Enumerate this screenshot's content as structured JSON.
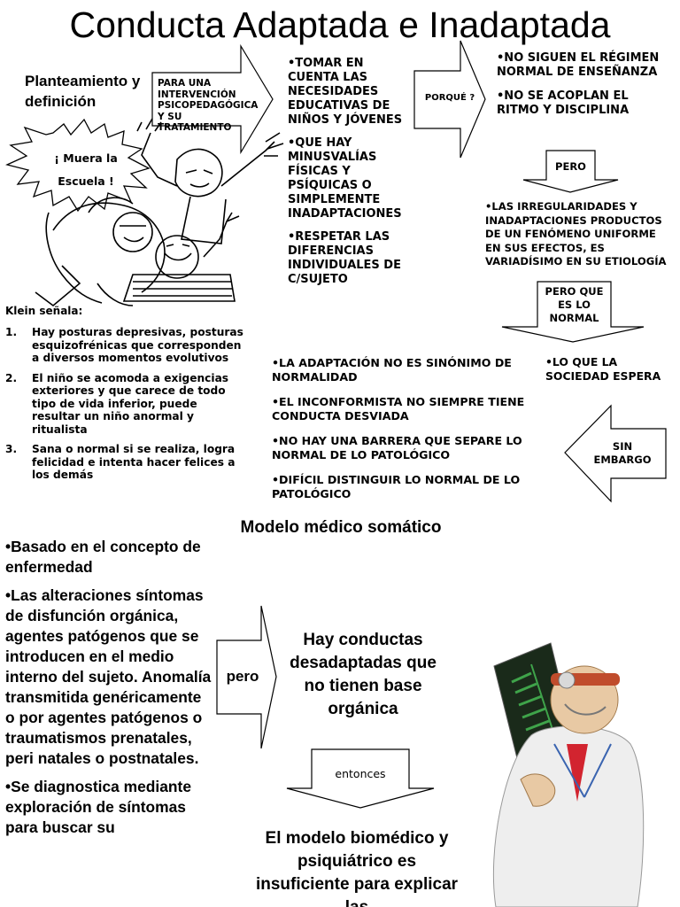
{
  "title": "Conducta Adaptada e Inadaptada",
  "planteamiento": "Planteamiento y definición",
  "arrow1_label": "PARA UNA INTERVENCIÓN PSICOPEDAGÓGICA Y SU TRATAMIENTO",
  "speech_bubble": "¡ Muera la Escuela !",
  "col2_items": [
    "•TOMAR EN CUENTA LAS NECESIDADES EDUCATIVAS DE NIÑOS Y JÓVENES",
    "•QUE HAY MINUSVALÍAS FÍSICAS Y PSÍQUICAS O SIMPLEMENTE INADAPTACIONES",
    "•RESPETAR LAS DIFERENCIAS INDIVIDUALES DE C/SUJETO"
  ],
  "arrow2_label": "PORQUÉ ?",
  "col3_items": [
    "•NO SIGUEN EL RÉGIMEN NORMAL DE ENSEÑANZA",
    "•NO SE ACOPLAN EL RITMO Y DISCIPLINA"
  ],
  "pero_label": "PERO",
  "irregularidades": "•LAS IRREGULARIDADES Y INADAPTACIONES PRODUCTOS DE UN FENÓMENO UNIFORME EN SUS EFECTOS, ES VARIADÍSIMO EN SU ETIOLOGÍA",
  "pero_normal_label": "PERO QUE ES LO NORMAL",
  "sociedad": "•LO QUE LA SOCIEDAD ESPERA",
  "sin_embargo_label": "SIN EMBARGO",
  "middle_items": [
    "•LA ADAPTACIÓN NO ES SINÓNIMO DE NORMALIDAD",
    "•EL INCONFORMISTA NO SIEMPRE TIENE CONDUCTA DESVIADA",
    "•NO HAY UNA BARRERA QUE SEPARE LO NORMAL DE LO PATOLÓGICO",
    "•DIFÍCIL DISTINGUIR LO NORMAL DE LO PATOLÓGICO"
  ],
  "klein": {
    "title": "Klein señala:",
    "items": [
      {
        "num": "1.",
        "text": "Hay posturas depresivas, posturas esquizofrénicas que corresponden a diversos momentos evolutivos"
      },
      {
        "num": "2.",
        "text": "El niño se acomoda a exigencias exteriores y que carece de todo tipo de vida inferior, puede resultar un niño anormal y ritualista"
      },
      {
        "num": "3.",
        "text": "Sana o normal si se realiza, logra felicidad e intenta hacer felices a los demás"
      }
    ]
  },
  "model_title": "Modelo médico somático",
  "left_items": [
    "•Basado en el concepto de enfermedad",
    "•Las alteraciones síntomas de disfunción orgánica, agentes patógenos que se introducen en el medio interno del sujeto. Anomalía transmitida genéricamente o por agentes patógenos o traumatismos prenatales, peri natales o postnatales.",
    "•Se diagnostica mediante exploración de síntomas para buscar su"
  ],
  "pero2_label": "pero",
  "hay_conductas": "Hay conductas desadaptadas que no tienen base orgánica",
  "entonces_label": "entonces",
  "modelo_biomedico": "El modelo biomédico y psiquiátrico es insuficiente para explicar las"
}
